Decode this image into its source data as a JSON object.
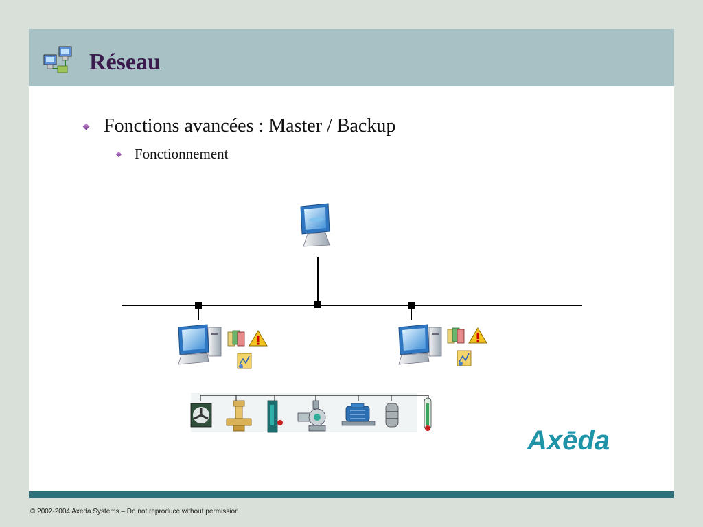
{
  "title": "Réseau",
  "bullets": {
    "level1": "Fonctions avancées : Master / Backup",
    "level2": "Fonctionnement"
  },
  "footer": {
    "copyright": "© 2002-2004 Axeda Systems – Do not reproduce without permission"
  },
  "logo": {
    "text": "Axēda"
  },
  "colors": {
    "title_bar": "#a7c1c4",
    "title_text": "#3b1a4e",
    "footer_rule": "#2f6f7a",
    "logo": "#1f93a8"
  },
  "icons": {
    "title": "network-computers-icon",
    "top_node": "display-monitor-icon",
    "nodes": [
      "desktop-computer-icon",
      "desktop-computer-icon"
    ],
    "node_badges": [
      "database-icon",
      "alarm-warning-icon",
      "trend-chart-icon"
    ],
    "equipment": [
      "fan-icon",
      "valve-icon",
      "panel-icon",
      "pump-icon",
      "motor-icon",
      "tank-icon",
      "thermometer-icon"
    ]
  }
}
